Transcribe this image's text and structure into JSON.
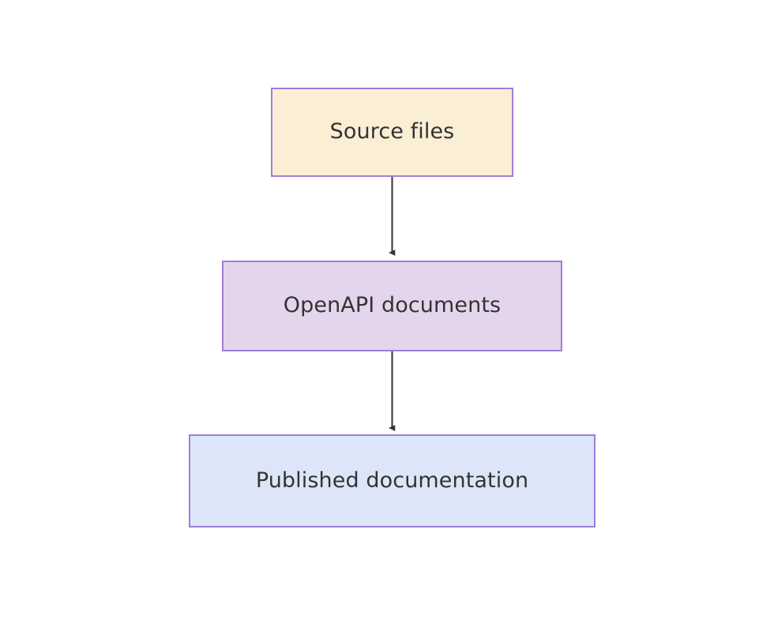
{
  "diagram": {
    "type": "flowchart",
    "direction": "top-to-bottom",
    "background_color": "#ffffff",
    "nodes": [
      {
        "id": "source-files",
        "label": "Source files",
        "fill_color": "#faefd5",
        "border_color": "#a07cdb",
        "text_color": "#333333"
      },
      {
        "id": "openapi-documents",
        "label": "OpenAPI documents",
        "fill_color": "#e4d5ec",
        "border_color": "#a07cdb",
        "text_color": "#333333"
      },
      {
        "id": "published-documentation",
        "label": "Published documentation",
        "fill_color": "#dde6f8",
        "border_color": "#a07cdb",
        "text_color": "#333333"
      }
    ],
    "edges": [
      {
        "id": "edge-source-to-openapi",
        "from": "source-files",
        "to": "openapi-documents",
        "label": "",
        "arrowhead": "filled-triangle",
        "line_color": "#333333"
      },
      {
        "id": "edge-openapi-to-published",
        "from": "openapi-documents",
        "to": "published-documentation",
        "label": "",
        "arrowhead": "filled-triangle",
        "line_color": "#333333"
      }
    ]
  }
}
